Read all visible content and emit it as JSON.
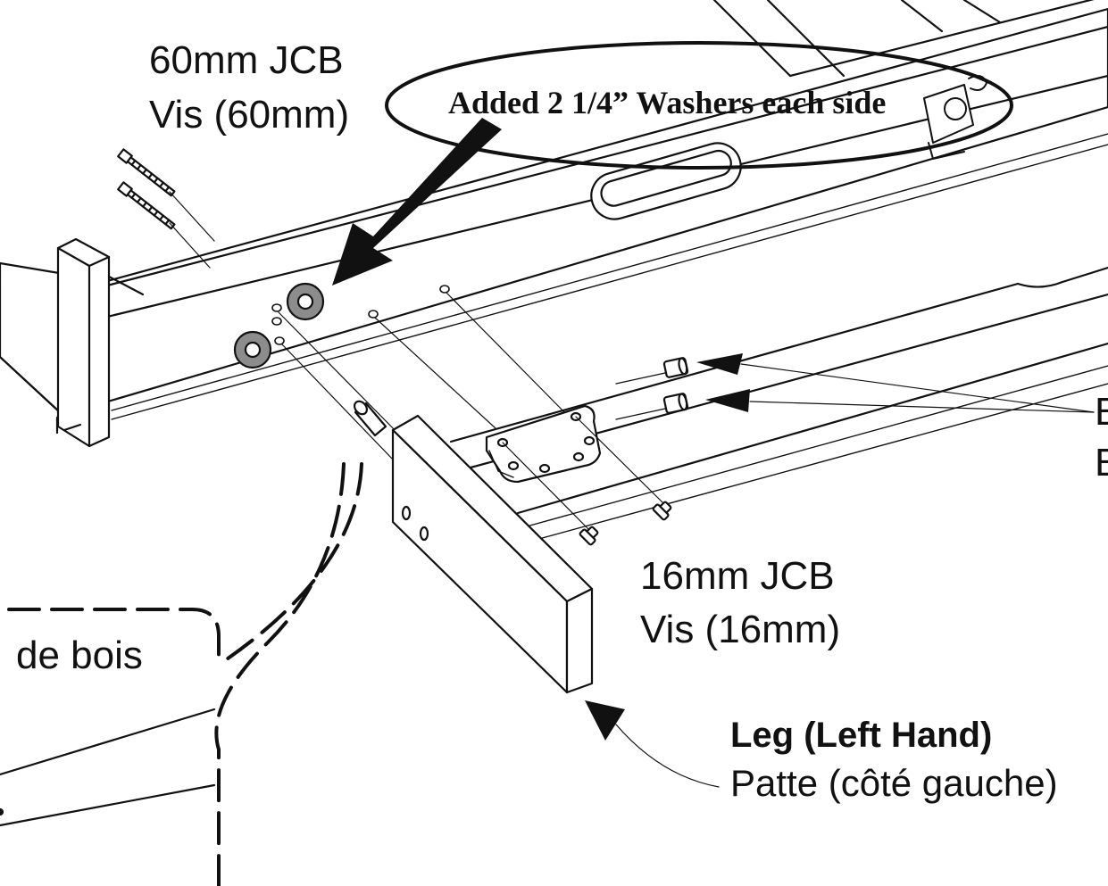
{
  "labels": {
    "screw_60_code": "60mm JCB",
    "screw_60_fr": "Vis (60mm)",
    "annotation": "Added 2 1/4” Washers each side",
    "barrel_nut_en": "B",
    "barrel_nut_fr": "B",
    "screw_16_code": "16mm JCB",
    "screw_16_fr": "Vis (16mm)",
    "wood_fr": "de bois",
    "leg_en": "Leg (Left Hand)",
    "leg_fr": "Patte (côté gauche)"
  },
  "colors": {
    "line": "#111111",
    "washer": "#8c8c8c",
    "paper": "#ffffff"
  }
}
